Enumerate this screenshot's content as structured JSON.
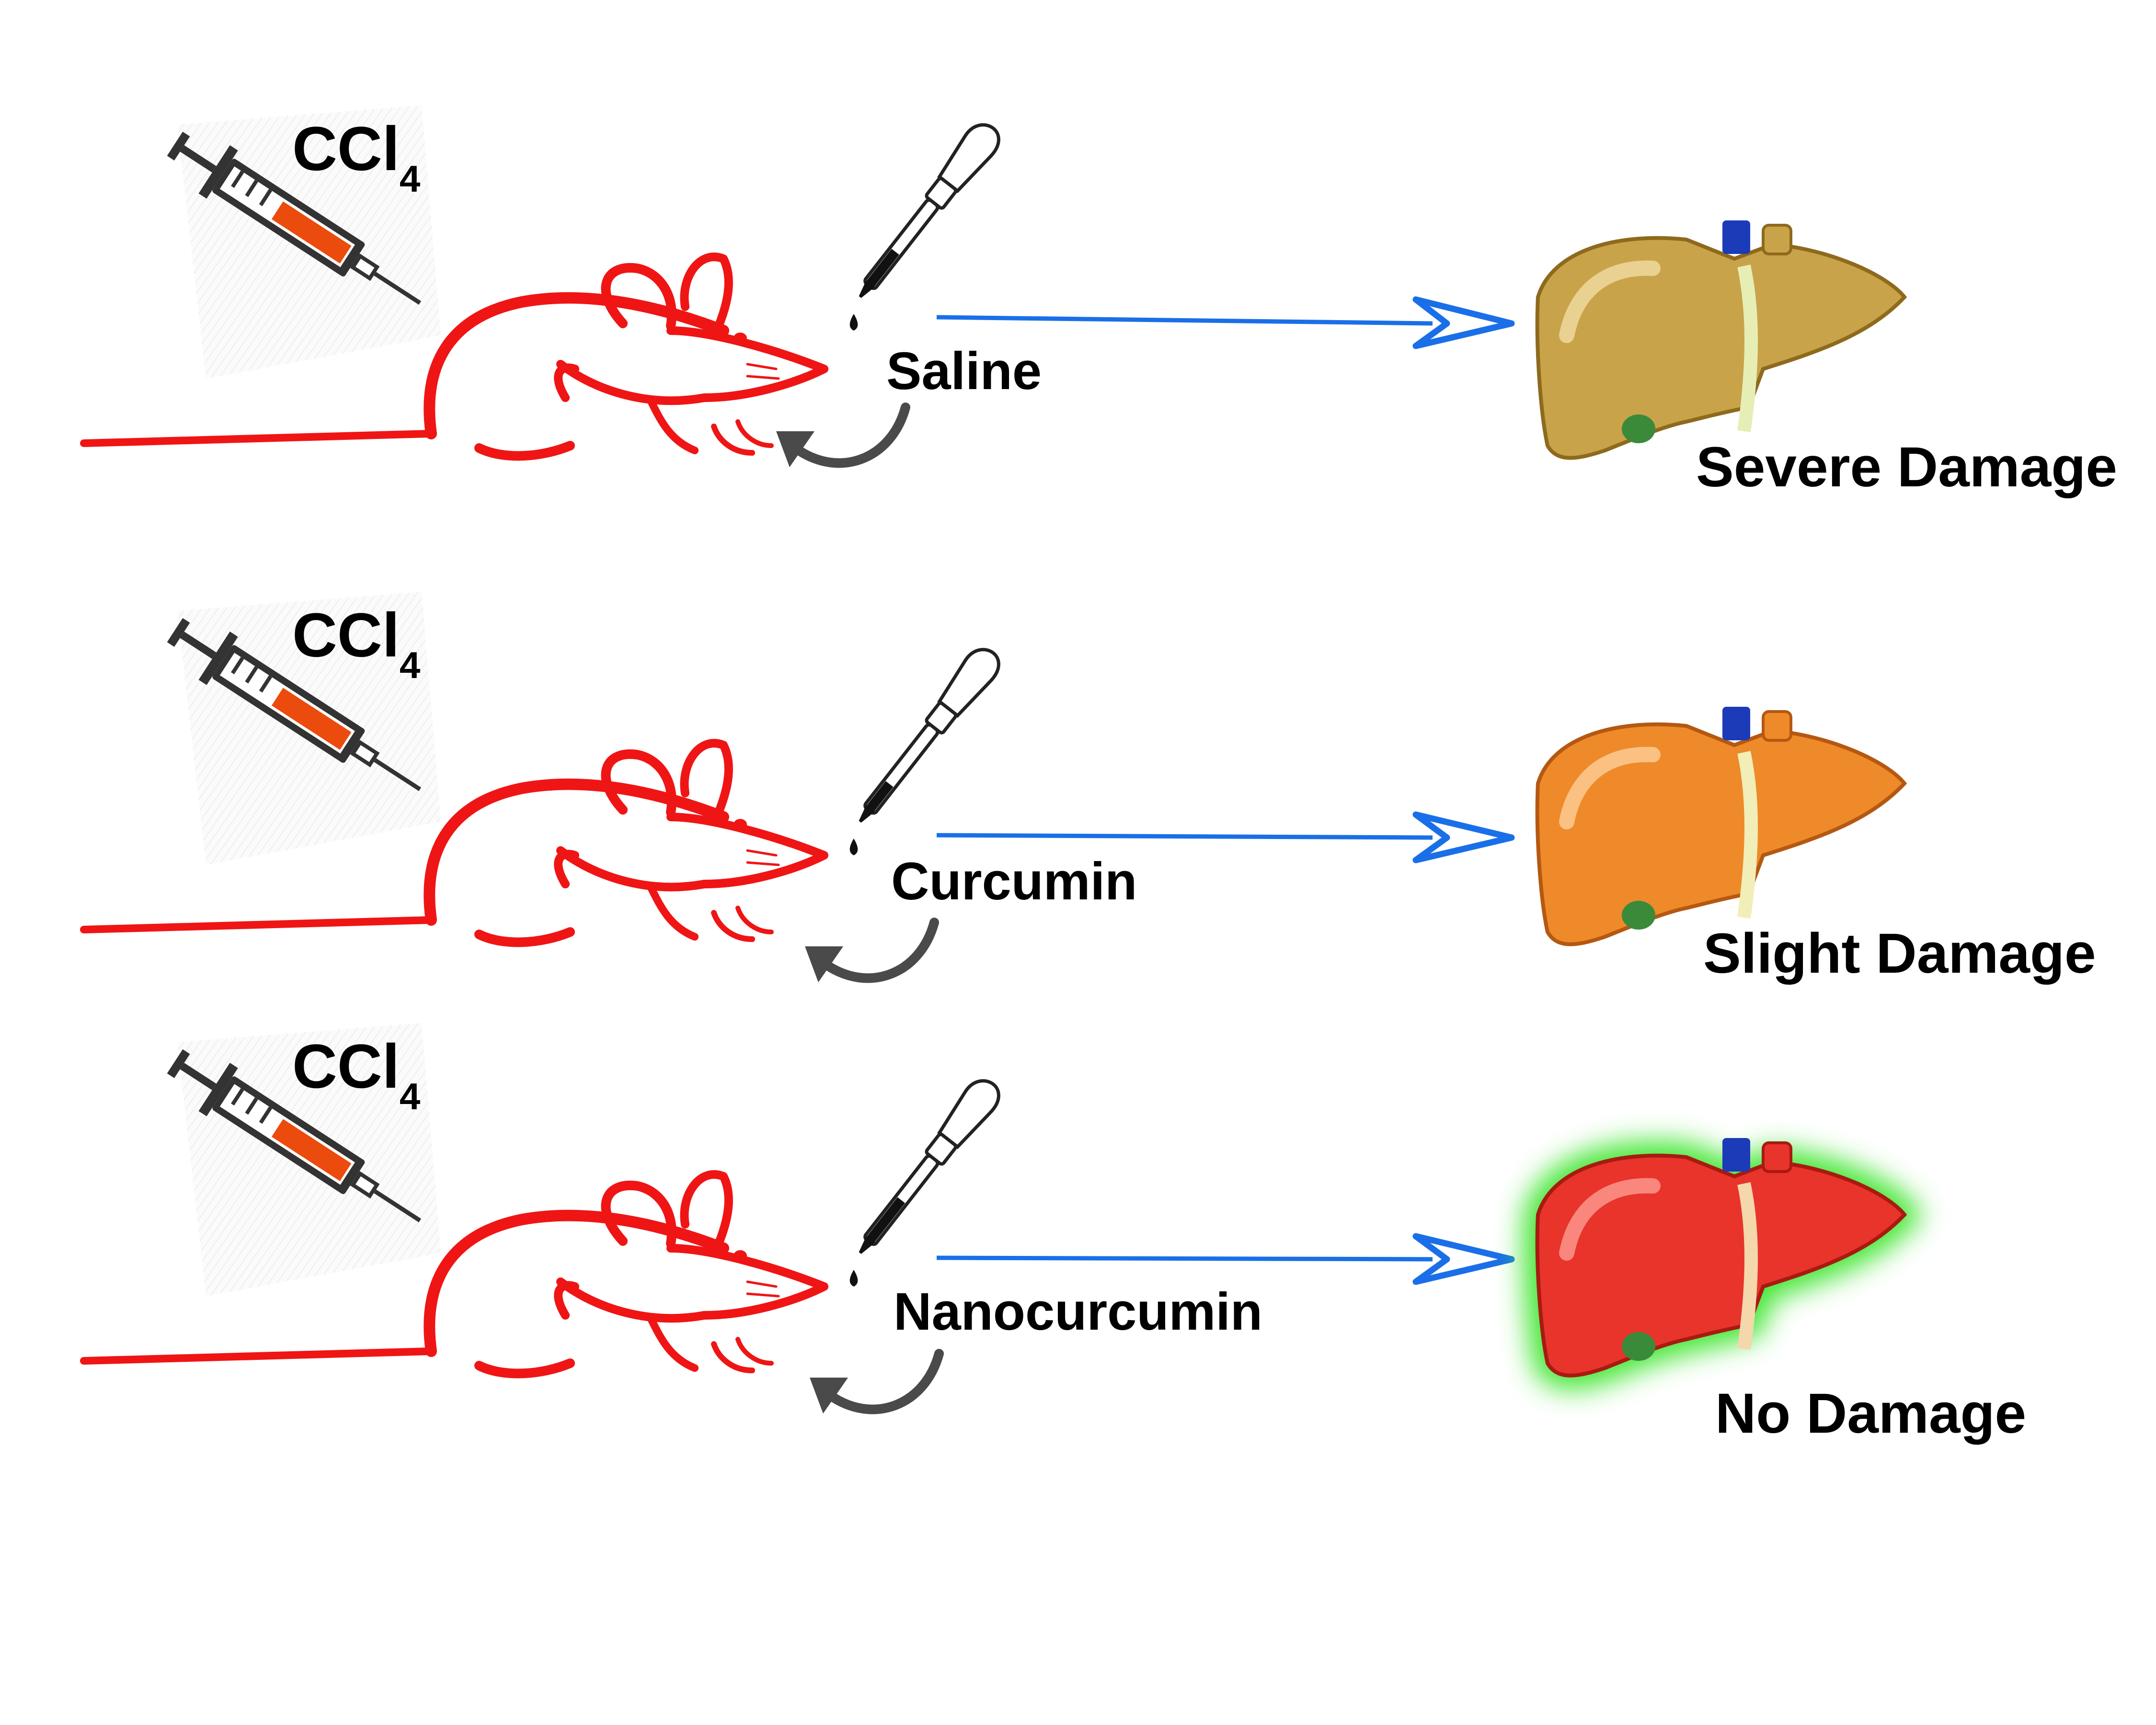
{
  "colors": {
    "mouse": "#ef1515",
    "flow_arrow": "#1a6fe8",
    "curved_arrow": "#4a4a4a",
    "syringe_body": "#333333",
    "syringe_fluid": "#ec4b0e",
    "liver_severe": "#c9a34a",
    "liver_slight": "#ee8a2a",
    "liver_none": "#e8342a",
    "healthy_glow": "#45e636"
  },
  "icons": [
    "syringe-icon",
    "mouse-icon",
    "dropper-icon",
    "curved-arrow-icon",
    "flow-arrow-icon",
    "liver-icon"
  ],
  "rows": [
    {
      "injection": {
        "main": "CCl",
        "sub": "4"
      },
      "treatment": "Saline",
      "outcome": "Severe Damage",
      "liver_color": "#c9a34a",
      "glow": false
    },
    {
      "injection": {
        "main": "CCl",
        "sub": "4"
      },
      "treatment": "Curcumin",
      "outcome": "Slight Damage",
      "liver_color": "#ee8a2a",
      "glow": false
    },
    {
      "injection": {
        "main": "CCl",
        "sub": "4"
      },
      "treatment": "Nanocurcumin",
      "outcome": "No Damage",
      "liver_color": "#e8342a",
      "glow": true
    }
  ]
}
